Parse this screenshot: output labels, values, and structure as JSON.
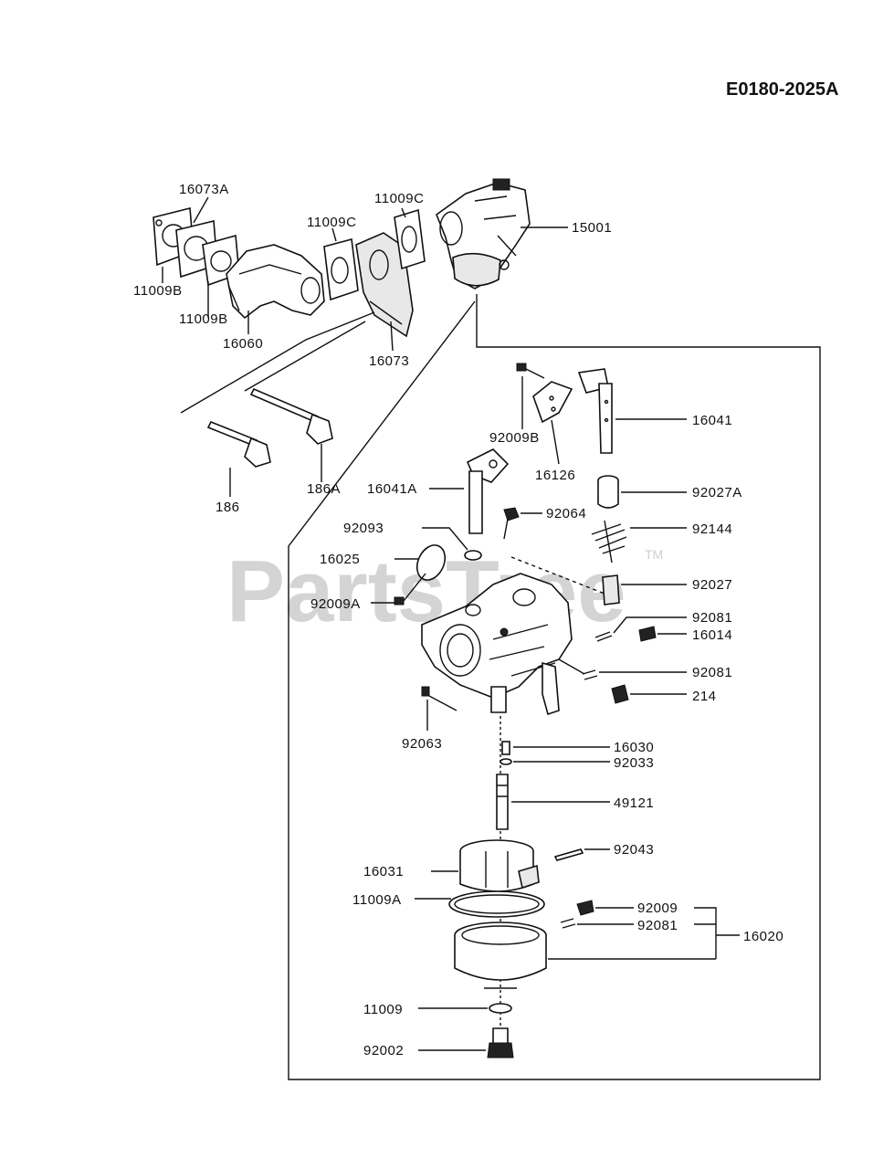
{
  "diagram_code": "E0180-2025A",
  "watermark": "PartsTree",
  "watermark_tm": "TM",
  "parts": {
    "p16073A": "16073A",
    "p11009B_a": "11009B",
    "p11009B_b": "11009B",
    "p16060": "16060",
    "p11009C_a": "11009C",
    "p11009C_b": "11009C",
    "p16073": "16073",
    "p15001": "15001",
    "p186": "186",
    "p186A": "186A",
    "p92009B": "92009B",
    "p16126": "16126",
    "p16041": "16041",
    "p16041A": "16041A",
    "p92027A": "92027A",
    "p92064": "92064",
    "p92093": "92093",
    "p92144": "92144",
    "p16025": "16025",
    "p92027": "92027",
    "p92009A": "92009A",
    "p92081_a": "92081",
    "p16014": "16014",
    "p92081_b": "92081",
    "p214": "214",
    "p92063": "92063",
    "p16030": "16030",
    "p92033": "92033",
    "p49121": "49121",
    "p92043": "92043",
    "p16031": "16031",
    "p11009A": "11009A",
    "p92009": "92009",
    "p92081_c": "92081",
    "p16020": "16020",
    "p11009": "11009",
    "p92002": "92002"
  }
}
